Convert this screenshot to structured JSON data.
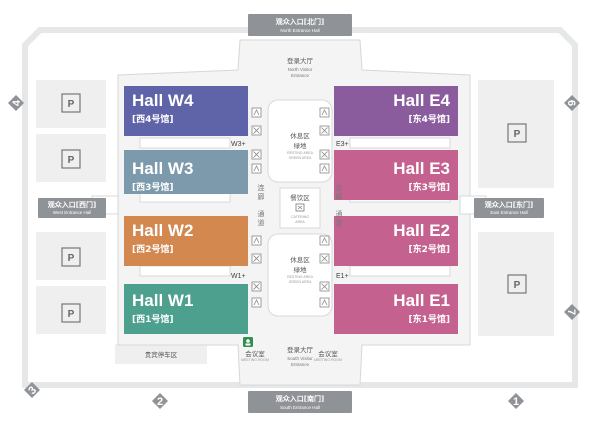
{
  "halls": {
    "w4": {
      "name": "Hall W4",
      "sub": "[西4号馆]",
      "color": "#5f63a8"
    },
    "w3": {
      "name": "Hall W3",
      "sub": "[西3号馆]",
      "color": "#7c9aab"
    },
    "w2": {
      "name": "Hall W2",
      "sub": "[西2号馆]",
      "color": "#d2884e"
    },
    "w1": {
      "name": "Hall W1",
      "sub": "[西1号馆]",
      "color": "#4d9f8e"
    },
    "e4": {
      "name": "Hall E4",
      "sub": "[东4号馆]",
      "color": "#8a5c9e"
    },
    "e3": {
      "name": "Hall E3",
      "sub": "[东3号馆]",
      "color": "#c5618e"
    },
    "e2": {
      "name": "Hall E2",
      "sub": "[东2号馆]",
      "color": "#c5618e"
    },
    "e1": {
      "name": "Hall E1",
      "sub": "[东1号馆]",
      "color": "#c5618e"
    }
  },
  "entrances": {
    "north": {
      "cn": "观众入口[北门]",
      "en": "North Entrance Hall"
    },
    "south": {
      "cn": "观众入口[南门]",
      "en": "South Entrance Hall"
    },
    "west": {
      "cn": "观众入口[西门]",
      "en": "West Entrance Hall"
    },
    "east": {
      "cn": "观众入口[东门]",
      "en": "East Entrance Hall"
    }
  },
  "lobbies": {
    "north": {
      "cn": "登录大厅",
      "en1": "North Visitor",
      "en2": "Entrance"
    },
    "south": {
      "cn": "登录大厅",
      "en1": "South Visitor",
      "en2": "Entrance"
    }
  },
  "center": {
    "rest_top_cn1": "休息区",
    "rest_top_cn2": "绿地",
    "rest_en1": "RESTING AREA",
    "rest_en2": "GREEN AREA",
    "catering_cn": "餐饮区",
    "catering_en1": "CATERING",
    "catering_en2": "AREA",
    "rest_bottom_cn1": "休息区",
    "rest_bottom_cn2": "绿地",
    "corridor_left": [
      "连",
      "廊",
      "通",
      "道"
    ],
    "corridor_right": [
      "连",
      "廊",
      "通",
      "道"
    ]
  },
  "gates": {
    "w3": "W3+",
    "w1": "W1+",
    "e3": "E3+",
    "e1": "E1+"
  },
  "parking": {
    "letter": "P",
    "vip_label": "贵宾停车区"
  },
  "meeting": {
    "left_cn": "会议室",
    "right_cn": "会议室",
    "left_en": "MEETING ROOM",
    "right_en": "MEETING ROOM"
  },
  "numbers": {
    "n1": "1",
    "n2": "2",
    "n3": "3",
    "n4": "4",
    "n6": "6",
    "n7": "7"
  },
  "colors": {
    "entrance_bg": "#8f9296",
    "road": "#e6e7e8",
    "parking_bg": "#efeff0",
    "building": "#f4f4f5"
  }
}
